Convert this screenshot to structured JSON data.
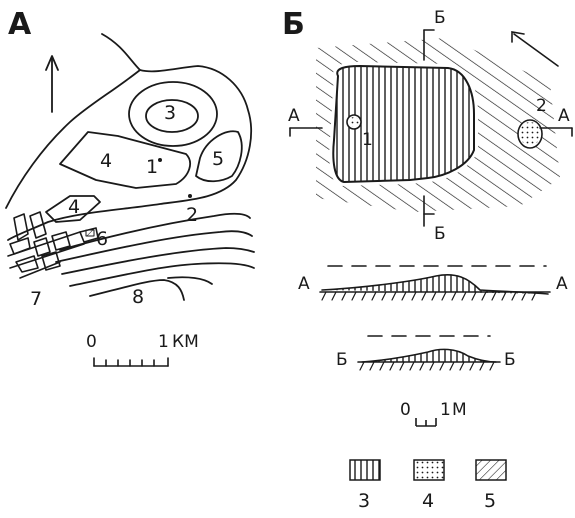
{
  "panel_a": {
    "label": "А",
    "region_labels": [
      "3",
      "4",
      "1",
      "5",
      "4",
      "2",
      "6",
      "7",
      "8"
    ],
    "scale": {
      "zero": "0",
      "one": "1",
      "unit": "КМ"
    }
  },
  "panel_b": {
    "label": "Б",
    "section_marks": {
      "b_top": "Б",
      "b_bottom": "Б",
      "a_left": "А",
      "a_right": "А"
    },
    "feature_labels": [
      "1",
      "2"
    ],
    "profile_aa": {
      "left": "А",
      "right": "А"
    },
    "profile_bb": {
      "left": "Б",
      "right": "Б"
    },
    "scale": {
      "zero": "0",
      "one": "1",
      "unit": "М"
    }
  },
  "legend": {
    "items": [
      "3",
      "4",
      "5"
    ]
  }
}
